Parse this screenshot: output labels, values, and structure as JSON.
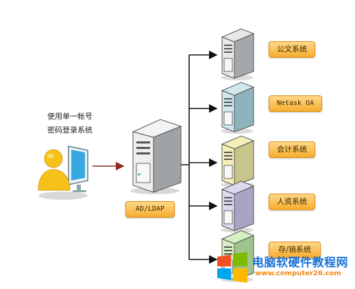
{
  "user": {
    "caption_line1": "使用单一帐号",
    "caption_line2": "密码登录系统"
  },
  "central_server": {
    "label": "AD/LDAP"
  },
  "systems": [
    {
      "label": "公文系统",
      "accent": "#e8e8e8"
    },
    {
      "label": "Netask OA",
      "accent": "#cfe8ee"
    },
    {
      "label": "会计系统",
      "accent": "#f3efb9"
    },
    {
      "label": "人资系统",
      "accent": "#ddd8ee"
    },
    {
      "label": "存/销系统",
      "accent": "#d6efc4"
    }
  ],
  "colors": {
    "label_fill": "#f6ad2f",
    "connector": "#111111",
    "arrow_red": "#8b2a1e"
  },
  "watermark": {
    "title": "电脑软硬件教程网",
    "url": "www.computer26.com"
  }
}
